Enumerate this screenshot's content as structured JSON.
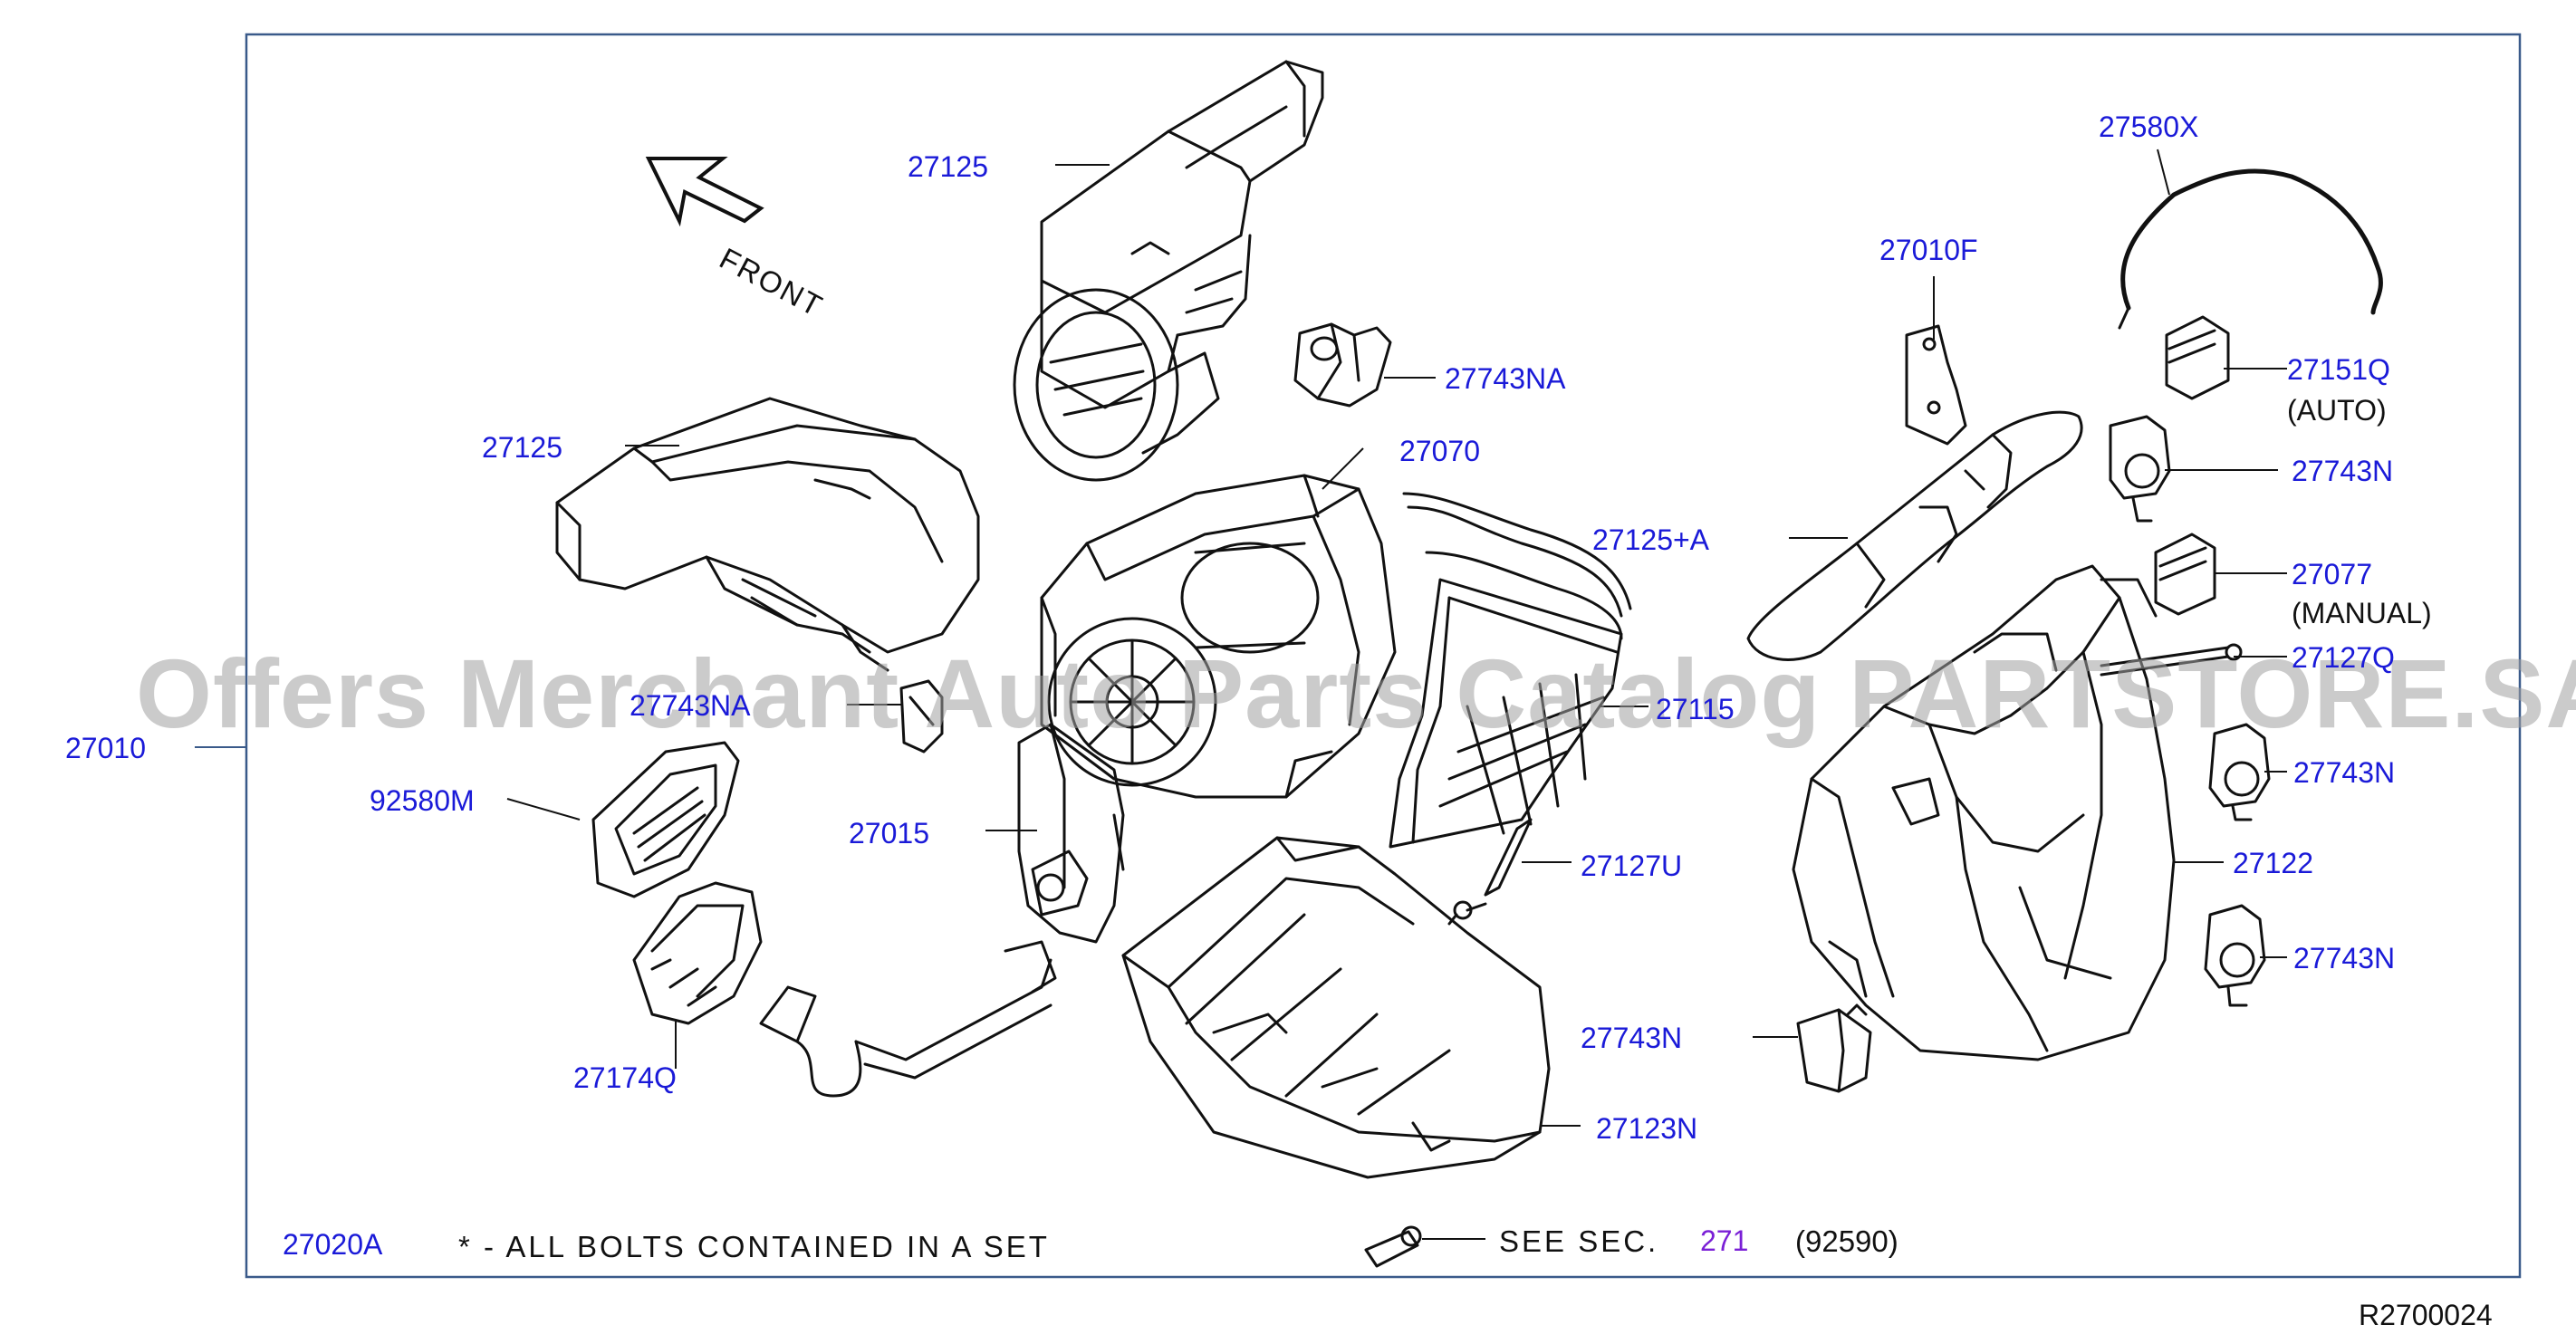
{
  "labels": {
    "l_27125_top": "27125",
    "l_27743NA_1": "27743NA",
    "l_27070": "27070",
    "l_27125_left": "27125",
    "l_27010": "27010",
    "l_27743NA_2": "27743NA",
    "l_92580M": "92580M",
    "l_27015": "27015",
    "l_27115": "27115",
    "l_27127U": "27127U",
    "l_27174Q": "27174Q",
    "l_27743N_bottom": "27743N",
    "l_27123N": "27123N",
    "l_27020A": "27020A",
    "l_27010F": "27010F",
    "l_27580X": "27580X",
    "l_27151Q": "27151Q",
    "l_27743N_r1": "27743N",
    "l_27125A": "27125+A",
    "l_27077": "27077",
    "l_27127Q": "27127Q",
    "l_27743N_r2": "27743N",
    "l_27122": "27122",
    "l_27743N_r3": "27743N"
  },
  "qualifiers": {
    "auto": "(AUTO)",
    "manual": "(MANUAL)"
  },
  "front_text": "FRONT",
  "note_text": "* - ALL BOLTS CONTAINED IN A SET",
  "see_section": {
    "prefix": "SEE SEC.",
    "section": "271",
    "code": "(92590)"
  },
  "reference_id": "R2700024",
  "watermark": "Offers Merchant Auto Parts Catalog PARTSTORE.SA",
  "colors": {
    "label_blue": "#1a1ad8",
    "frame_blue": "#3a5a8a",
    "section_purple": "#7a1fd6",
    "watermark_gray": "#a0a0a0"
  }
}
